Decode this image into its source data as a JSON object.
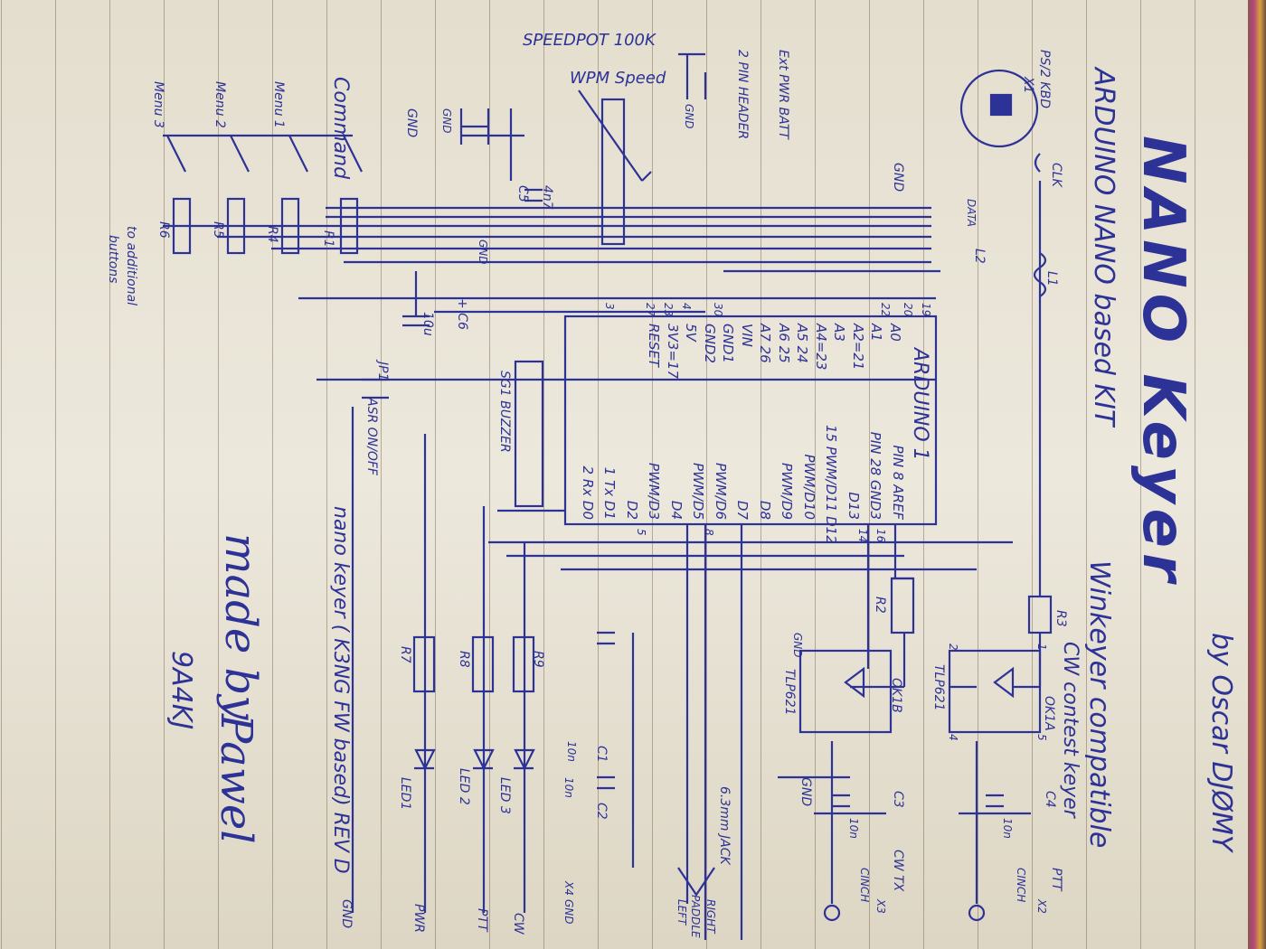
{
  "header": {
    "author": "by Oscar DJØMY",
    "title": "NANO Keyer",
    "subtitle": "ARDUINO NANO based KIT",
    "subtitle2": "Winkeyer compatible",
    "subtitle3": "CW contest keyer"
  },
  "keyboard": {
    "label": "PS/2 KBD",
    "x1": "X1",
    "clk": "CLK",
    "data": "DATA",
    "l1": "L1",
    "l2": "L2",
    "gnd": "GND"
  },
  "power": {
    "ext": "Ext PWR BATT",
    "header": "2 PIN HEADER",
    "gnd": "GND"
  },
  "speedpot": {
    "label": "SPEEDPOT 100K",
    "wpm": "WPM Speed",
    "gnd": "GND",
    "c5": "C5",
    "c5_value": "4n7"
  },
  "buttons": {
    "command": "Command",
    "menu1": "Menu 1",
    "menu2": "Menu 2",
    "menu3": "Menu 3",
    "r1": "R1",
    "r4": "R4",
    "r5": "R5",
    "r6": "R6",
    "note": "to additional",
    "note2": "buttons"
  },
  "supply": {
    "gnd1": "GND",
    "gnd2": "GND",
    "c6": "+ C6",
    "c6_value": "10u",
    "jp1": "JP1",
    "asr": "ASR ON/OFF",
    "buzzer": "SG1 BUZZER"
  },
  "arduino": {
    "title": "ARDUINO 1",
    "left_pins": [
      "A0",
      "A1",
      "A2=21",
      "A3",
      "A4=23",
      "A5 24",
      "A6 25",
      "A7 26",
      "VIN",
      "GND1",
      "GND2",
      "5V",
      "3V3=17",
      "RESET"
    ],
    "right_pins": [
      "PIN 8 AREF",
      "PIN 28 GND3",
      "D13",
      "15 PWM/D11 D12",
      "PWM/D10",
      "PWM/D9",
      "D8",
      "D7",
      "PWM/D6",
      "PWM/D5",
      "D4",
      "PWM/D3",
      "D2",
      "1 Tx D1",
      "2 Rx D0"
    ],
    "left_numbers": [
      "19",
      "20",
      "22",
      "30",
      "4",
      "23",
      "27",
      "3"
    ],
    "right_numbers": [
      "16",
      "14",
      "8",
      "5"
    ]
  },
  "optos": {
    "r3": "R3",
    "ok1a": "OK1A",
    "tlp1": "TLP621",
    "r2": "R2",
    "ok1b": "OK1B",
    "tlp2": "TLP621",
    "c3": "C3",
    "c4": "C4",
    "c3_value": "10n",
    "c4_value": "10n",
    "cwtx": "CW TX",
    "ptt": "PTT",
    "x2": "X2",
    "x3": "X3",
    "cinch1": "CINCH",
    "cinch2": "CINCH",
    "gnd": "GND",
    "gnd2": "GND",
    "pin1": "1",
    "pin2": "2",
    "pin4": "4",
    "pin5": "5"
  },
  "jack": {
    "label": "6.3mm JACK",
    "right": "RIGHT",
    "paddle": "PADDLE",
    "left": "LEFT",
    "c1": "C1",
    "c2": "C2",
    "c1_value": "10n",
    "c2_value": "10n",
    "x4": "X4",
    "gnd": "GND"
  },
  "leds": {
    "r9": "R9",
    "r8": "R8",
    "r7": "R7",
    "led3": "LED 3",
    "led2": "LED 2",
    "led1": "LED1",
    "cw": "CW",
    "ptt": "PTT",
    "pwr": "PWR",
    "gnd": "GND"
  },
  "footer": {
    "revision": "nano keyer ( K3NG FW based) REV D",
    "made_by": "made by",
    "signature": "Pawel",
    "callsign": "9A4KJ"
  }
}
